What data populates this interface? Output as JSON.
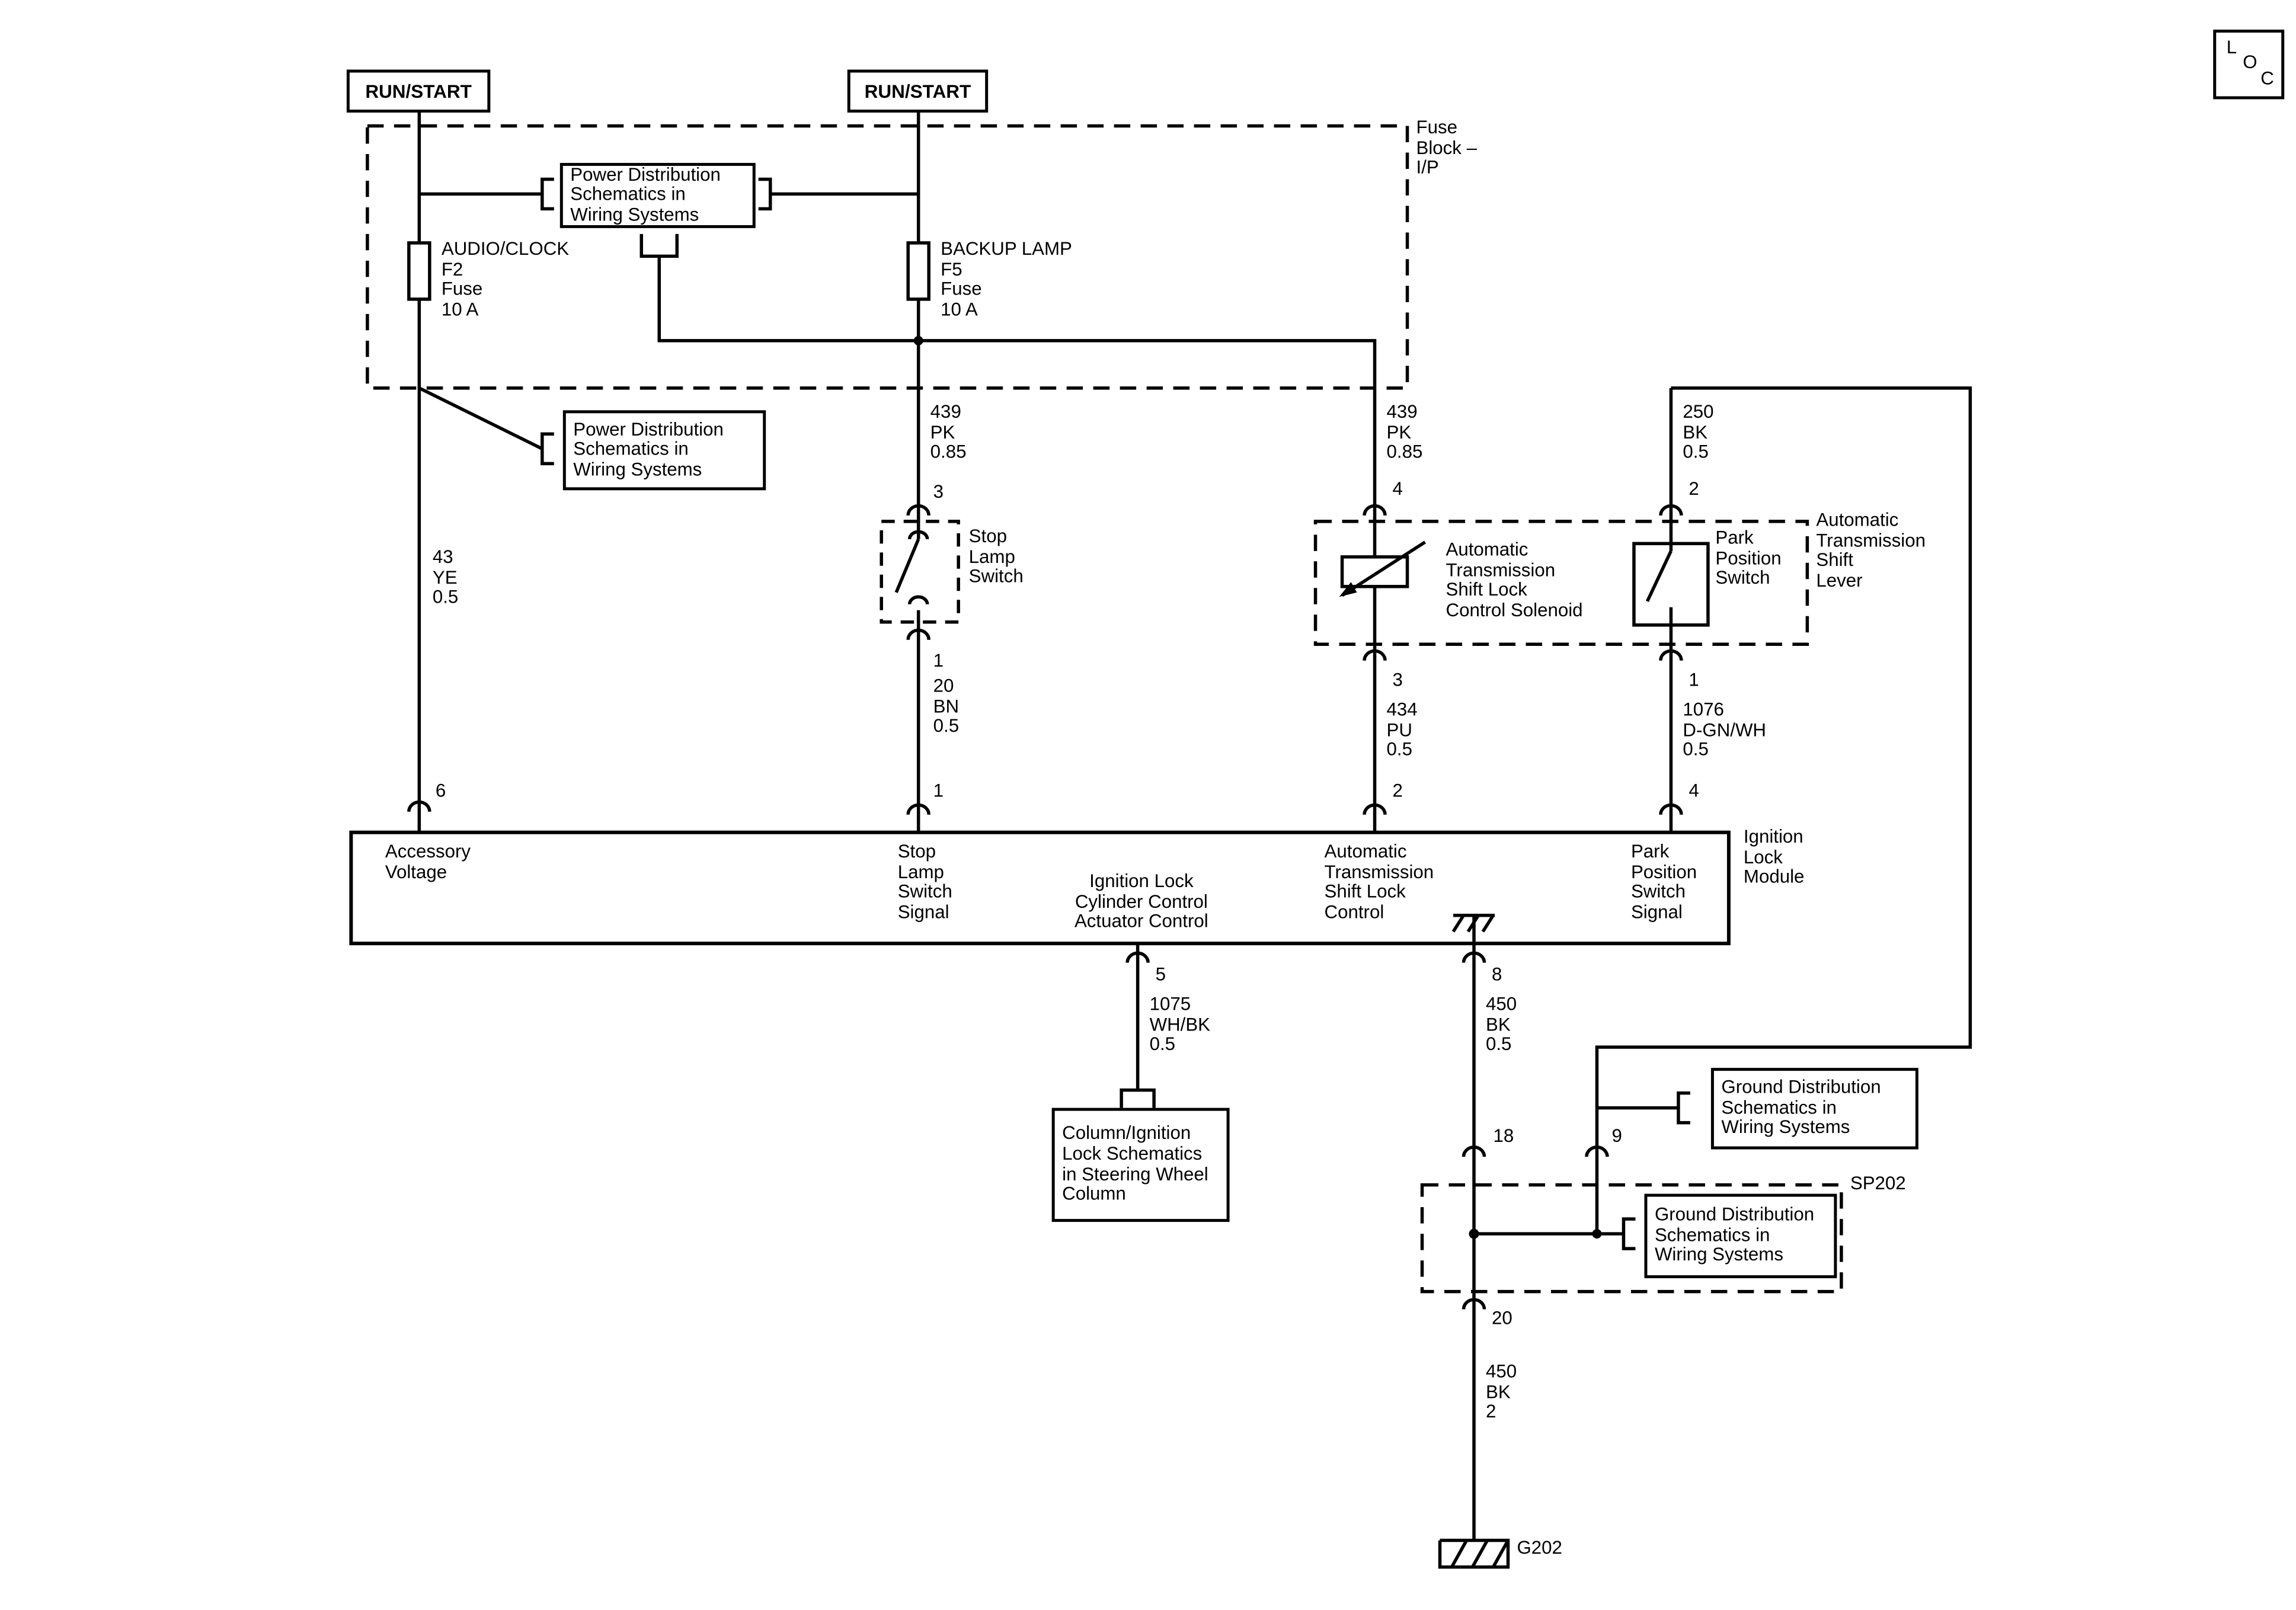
{
  "colors": {
    "line": "#000000",
    "background": "#ffffff"
  },
  "corner": {
    "l": "L",
    "o": "O",
    "c": "C"
  },
  "power_feed": {
    "run_start_left": "RUN/START",
    "run_start_right": "RUN/START"
  },
  "fuse_block": {
    "label": "Fuse\nBlock –\nI/P",
    "power_dist_ref": "Power Distribution\nSchematics in\nWiring Systems",
    "fuse_f2": "AUDIO/CLOCK\nF2\nFuse\n10 A",
    "fuse_f5": "BACKUP LAMP\nF5\nFuse\n10 A"
  },
  "refs": {
    "power_dist_2": "Power Distribution\nSchematics in\nWiring Systems",
    "ground_dist_1": "Ground Distribution\nSchematics in\nWiring Systems",
    "ground_dist_2": "Ground Distribution\nSchematics in\nWiring Systems",
    "column_ignition": "Column/Ignition\nLock Schematics\nin Steering Wheel\nColumn"
  },
  "wires": {
    "w43": "43\nYE\n0.5",
    "w439_mid": "439\nPK\n0.85",
    "w439_right": "439\nPK\n0.85",
    "w250": "250\nBK\n0.5",
    "w20": "20\nBN\n0.5",
    "w434": "434\nPU\n0.5",
    "w1076": "1076\nD-GN/WH\n0.5",
    "w1075": "1075\nWH/BK\n0.5",
    "w450a": "450\nBK\n0.5",
    "w450b": "450\nBK\n2"
  },
  "components": {
    "stop_lamp_switch": "Stop\nLamp\nSwitch",
    "atsl_solenoid": "Automatic\nTransmission\nShift Lock\nControl Solenoid",
    "park_position_switch": "Park\nPosition\nSwitch",
    "at_shift_lever": "Automatic\nTransmission\nShift\nLever",
    "sp202": "SP202",
    "g202": "G202"
  },
  "module": {
    "label": "Ignition\nLock\nModule",
    "accessory_voltage": "Accessory\nVoltage",
    "stop_lamp_signal": "Stop\nLamp\nSwitch\nSignal",
    "ignition_lock_cyl": "Ignition Lock\nCylinder Control\nActuator Control",
    "atsl_control": "Automatic\nTransmission\nShift Lock\nControl",
    "park_pos_signal": "Park\nPosition\nSwitch\nSignal"
  },
  "pins": {
    "p6": "6",
    "p3_top": "3",
    "p1_mid": "1",
    "p1_module": "1",
    "p4_top": "4",
    "p3_right": "3",
    "p2_module": "2",
    "p2_top": "2",
    "p1_right": "1",
    "p4_module": "4",
    "p5": "5",
    "p8": "8",
    "p18": "18",
    "p9": "9",
    "p20": "20"
  }
}
